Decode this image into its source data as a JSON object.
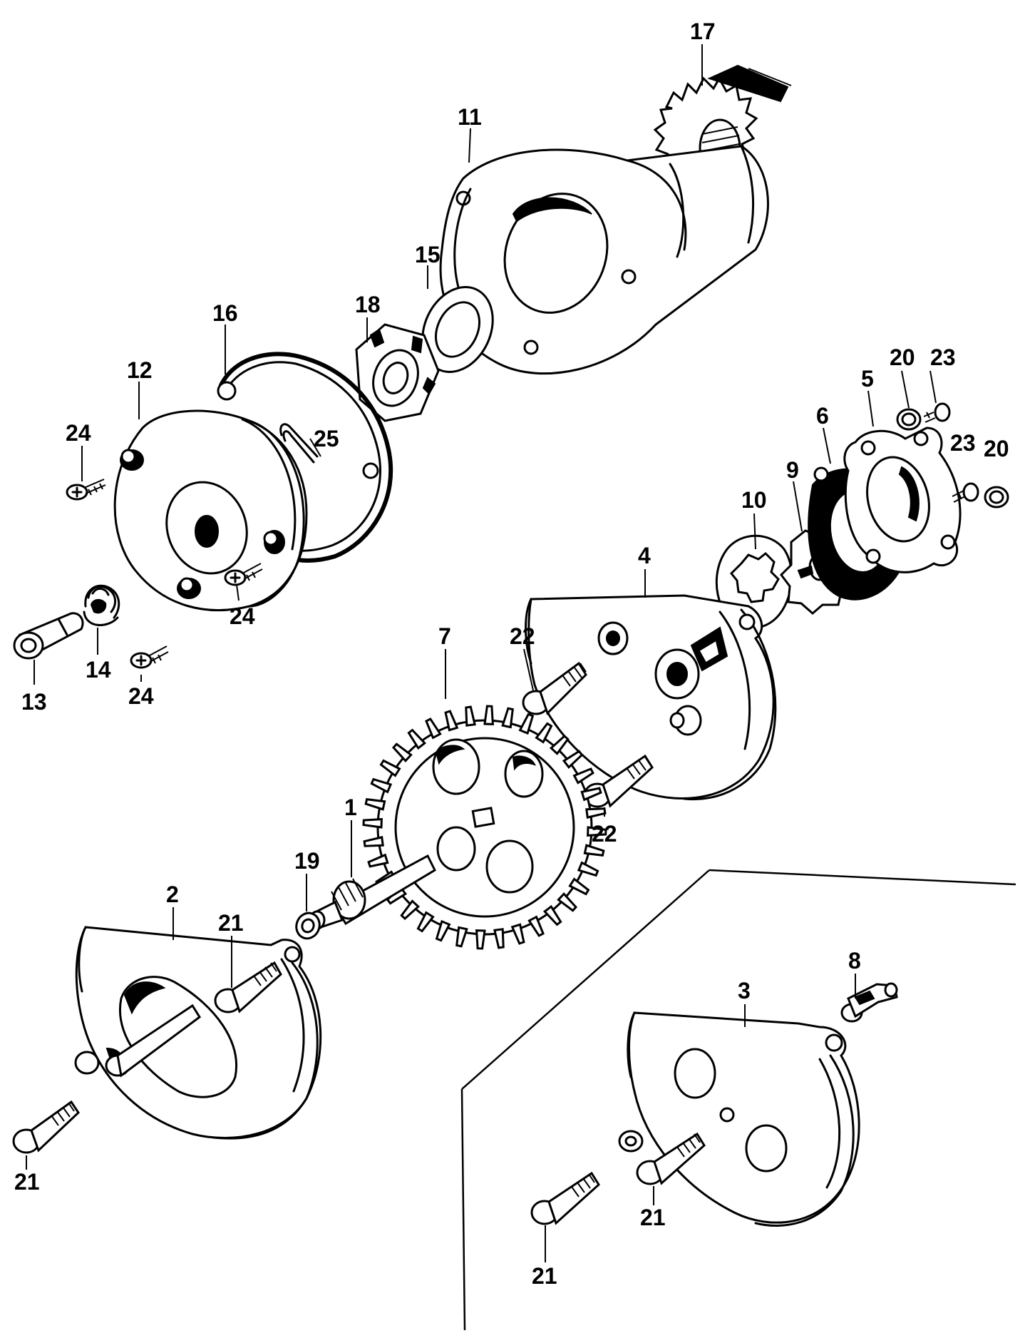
{
  "callouts": {
    "c1": "1",
    "c2": "2",
    "c3": "3",
    "c4": "4",
    "c5": "5",
    "c6": "6",
    "c7": "7",
    "c8": "8",
    "c9": "9",
    "c10": "10",
    "c11": "11",
    "c12": "12",
    "c13": "13",
    "c14": "14",
    "c15": "15",
    "c16": "16",
    "c17": "17",
    "c18": "18",
    "c19": "19",
    "c20a": "20",
    "c20b": "20",
    "c21a": "21",
    "c21b": "21",
    "c21c": "21",
    "c21d": "21",
    "c22a": "22",
    "c22b": "22",
    "c23a": "23",
    "c23b": "23",
    "c24a": "24",
    "c24b": "24",
    "c24c": "24",
    "c25": "25"
  }
}
